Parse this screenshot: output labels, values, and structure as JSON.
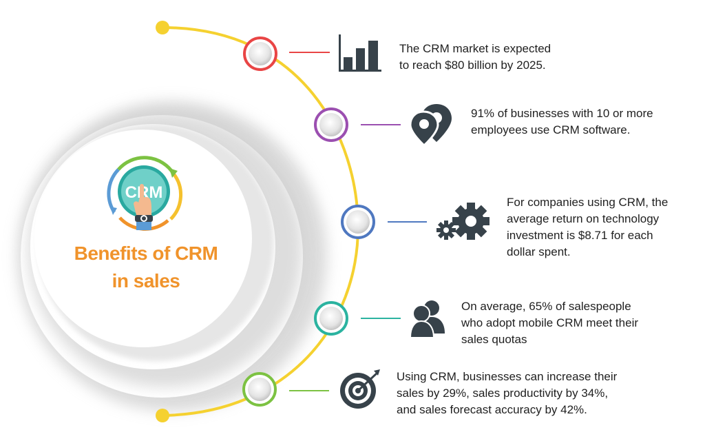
{
  "title": {
    "line1": "Benefits of CRM",
    "line2": "in sales"
  },
  "logo": {
    "text": "CRM",
    "icon": "crm-hand-touch-icon"
  },
  "colors": {
    "timeline": "#f5d130",
    "title": "#f0932b",
    "icon": "#37424a",
    "node1": "#e94545",
    "node2": "#9b4fb0",
    "node3": "#4f78c0",
    "node4": "#2bb3a0",
    "node5": "#7cc242"
  },
  "items": [
    {
      "icon": "bar-chart-icon",
      "line1": "The CRM market is expected",
      "line2": "to reach $80 billion by 2025."
    },
    {
      "icon": "location-pins-icon",
      "line1": "91% of businesses with 10 or more",
      "line2": "employees use CRM software."
    },
    {
      "icon": "gears-icon",
      "line1": "For companies using CRM, the",
      "line2": "average return on technology",
      "line3": "investment is $8.71 for each",
      "line4": "dollar spent."
    },
    {
      "icon": "people-icon",
      "line1": "On average, 65% of salespeople",
      "line2": "who adopt mobile CRM meet their",
      "line3": "sales quotas"
    },
    {
      "icon": "target-icon",
      "line1": "Using CRM, businesses can increase their",
      "line2": "sales by 29%, sales productivity by 34%,",
      "line3": "and sales forecast accuracy by 42%."
    }
  ]
}
